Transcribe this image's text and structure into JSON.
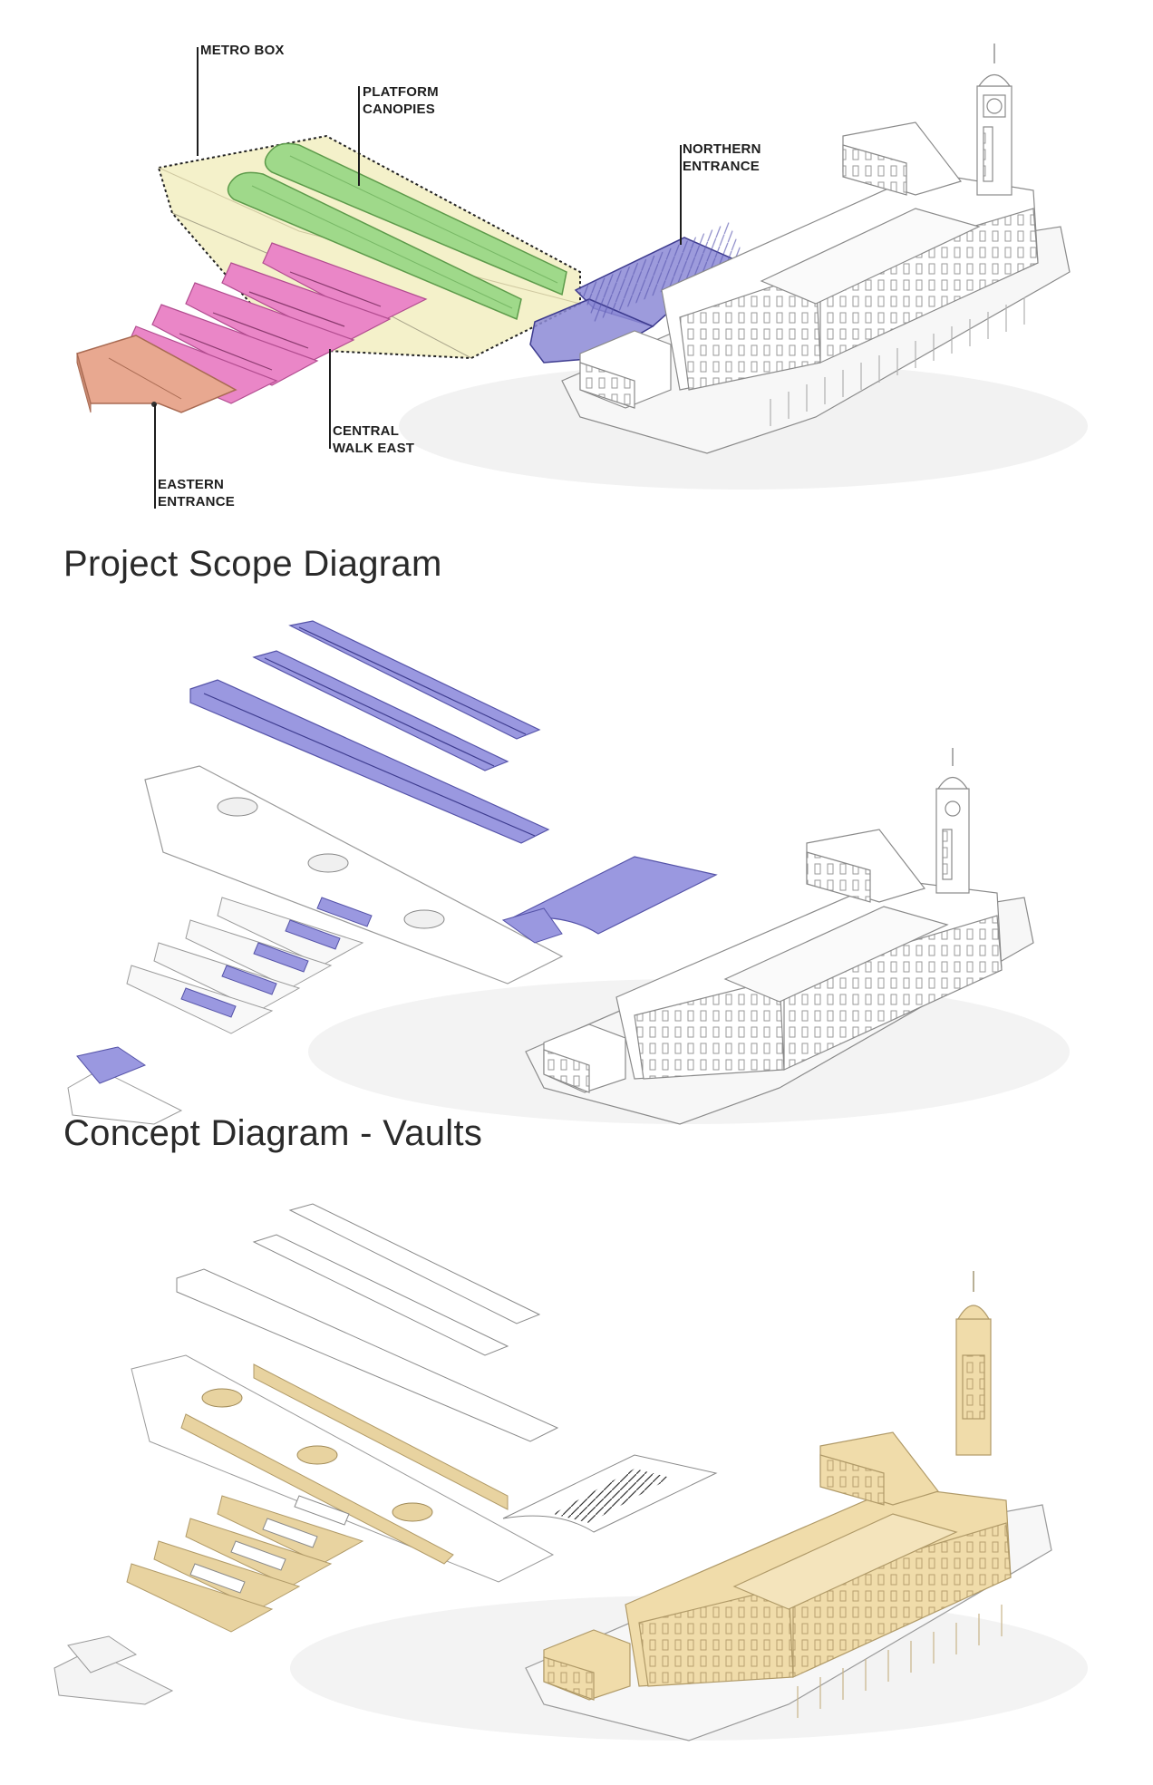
{
  "captions": {
    "scope": "Project Scope Diagram",
    "vaults": "Concept Diagram - Vaults"
  },
  "labels": {
    "metro_box": "METRO BOX",
    "platform_canopies_l1": "PLATFORM",
    "platform_canopies_l2": "CANOPIES",
    "northern_entrance_l1": "NORTHERN",
    "northern_entrance_l2": "ENTRANCE",
    "central_walk_l1": "CENTRAL",
    "central_walk_l2": "WALK EAST",
    "eastern_entrance_l1": "EASTERN",
    "eastern_entrance_l2": "ENTRANCE"
  },
  "colors": {
    "metro_box": "#f3efc4",
    "platform_canopies": "#9fd98a",
    "northern_entrance": "#8c8ad6",
    "central_walk_east": "#ea86c7",
    "eastern_entrance": "#e8a890",
    "vaults": "#9a98e0",
    "heritage": "#f0dcaa",
    "building": "#ffffff"
  }
}
